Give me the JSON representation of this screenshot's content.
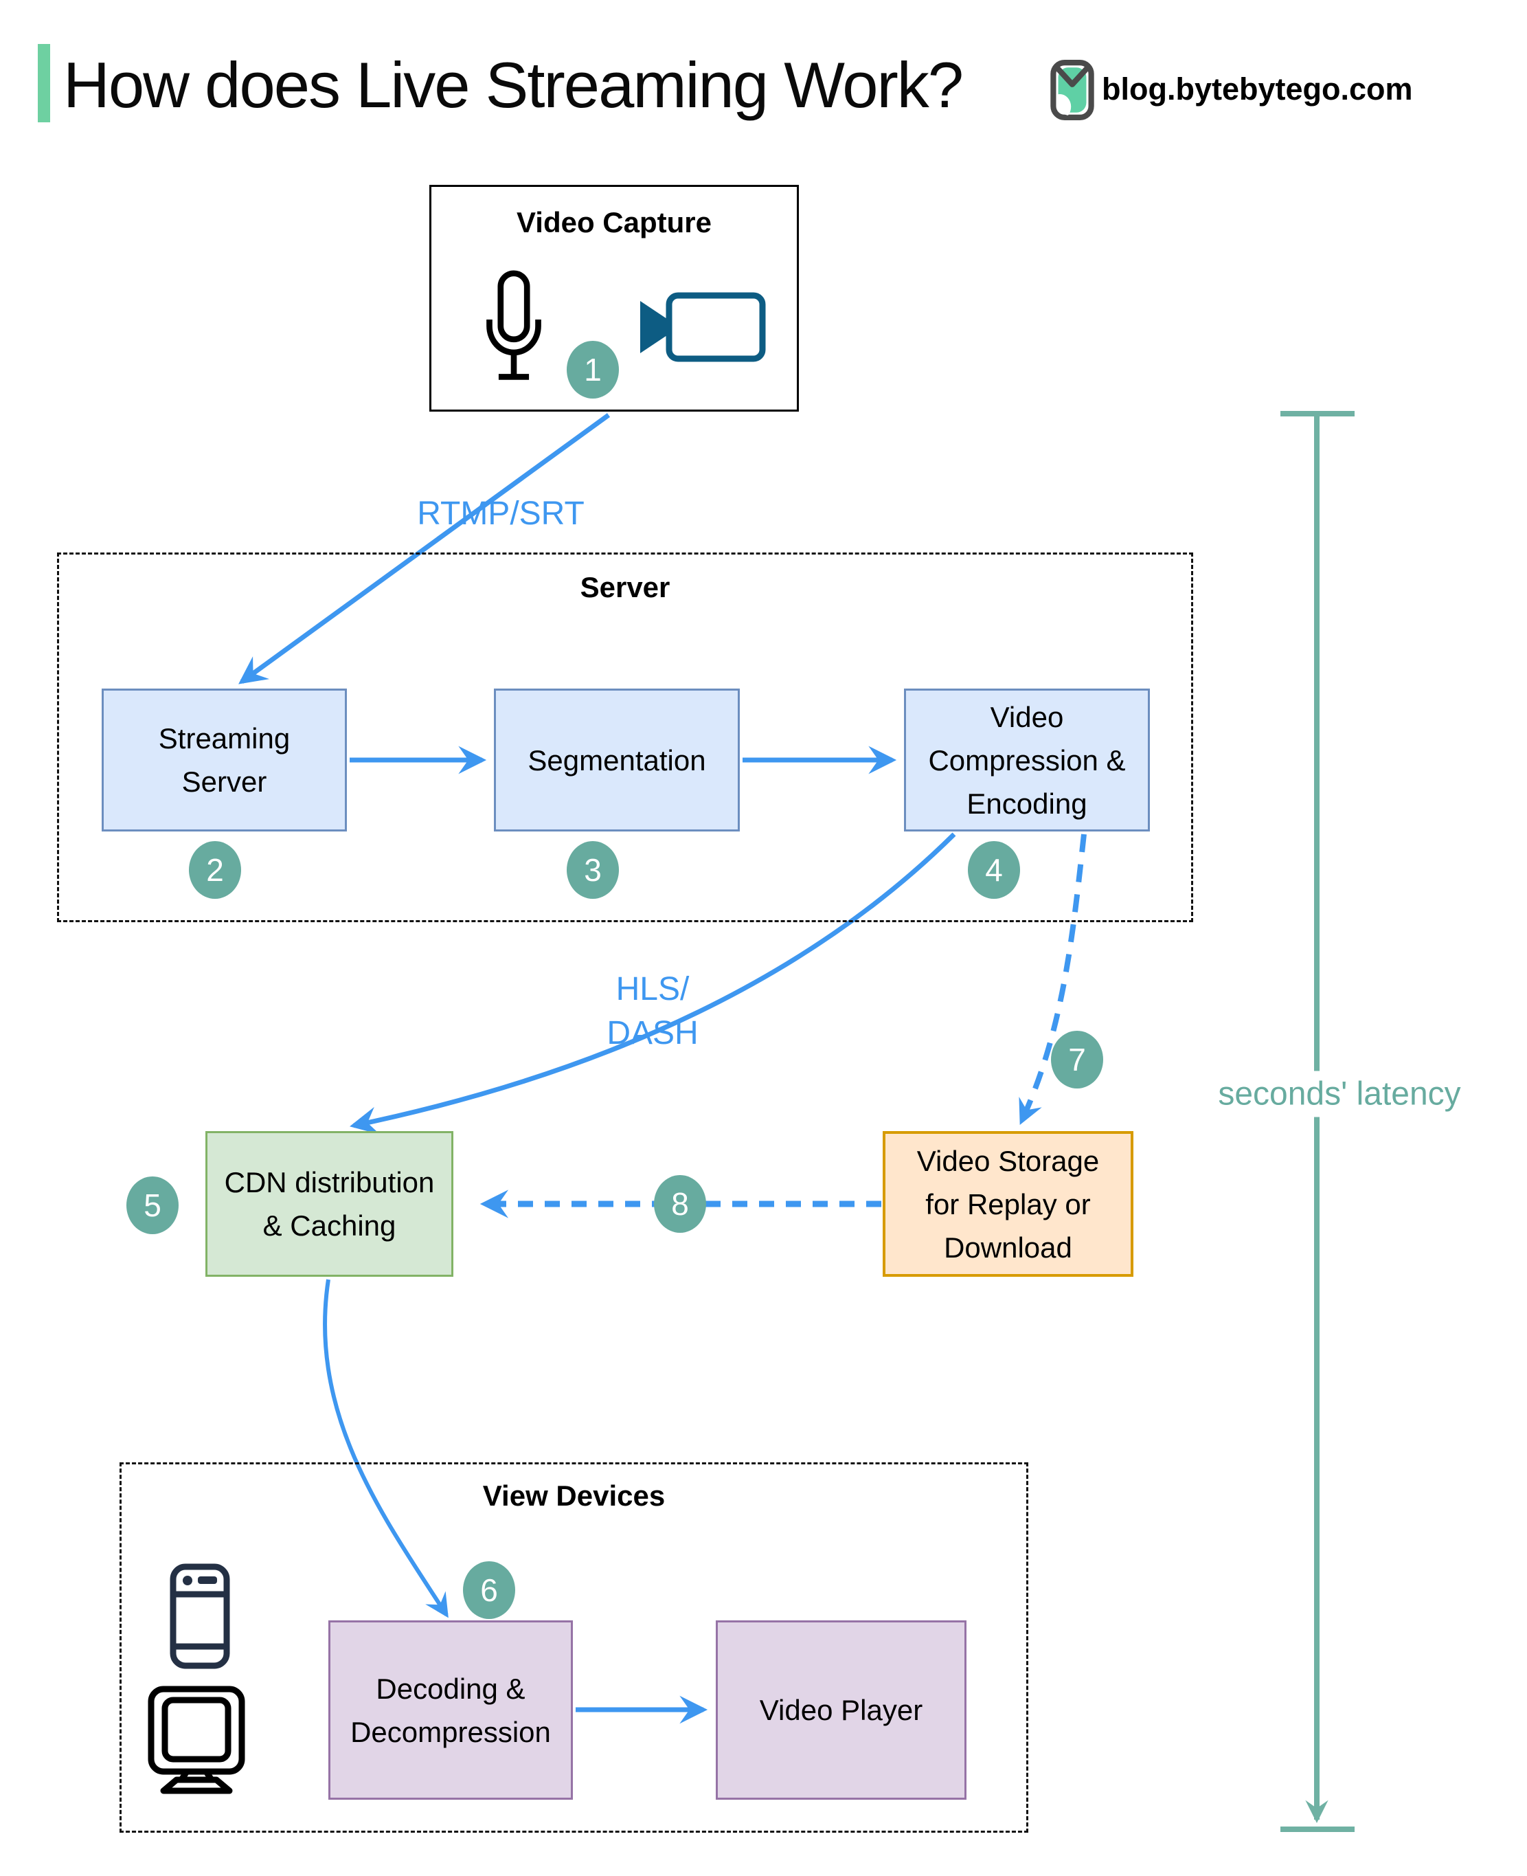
{
  "title": "How does Live Streaming Work?",
  "site": "blog.bytebytego.com",
  "groups": {
    "server": {
      "label": "Server"
    },
    "view_devices": {
      "label": "View Devices"
    }
  },
  "nodes": {
    "video_capture": {
      "label": "Video Capture"
    },
    "streaming_server": {
      "line1": "Streaming",
      "line2": "Server"
    },
    "segmentation": {
      "label": "Segmentation"
    },
    "video_compression": {
      "line1": "Video",
      "line2": "Compression &",
      "line3": "Encoding"
    },
    "cdn": {
      "line1": "CDN distribution",
      "line2": "& Caching"
    },
    "video_storage": {
      "line1": "Video Storage",
      "line2": "for Replay or",
      "line3": "Download"
    },
    "decoding": {
      "line1": "Decoding &",
      "line2": "Decompression"
    },
    "video_player": {
      "label": "Video Player"
    }
  },
  "edges": {
    "rtmp": {
      "label": "RTMP/SRT"
    },
    "hls": {
      "line1": "HLS/",
      "line2": "DASH"
    },
    "latency": {
      "label": "seconds' latency"
    }
  },
  "steps": {
    "s1": "1",
    "s2": "2",
    "s3": "3",
    "s4": "4",
    "s5": "5",
    "s6": "6",
    "s7": "7",
    "s8": "8"
  },
  "icons": [
    "microphone-icon",
    "video-camera-icon",
    "smartphone-icon",
    "monitor-icon",
    "bytebytego-logo-icon"
  ],
  "colors": {
    "arrow_blue": "#3e97f0",
    "step_teal": "#67ab9f",
    "latency_teal": "#6fb1a3",
    "blue_node_fill": "#dae8fc",
    "blue_node_stroke": "#6c8ebf",
    "green_node_fill": "#d5e8d4",
    "green_node_stroke": "#82b366",
    "orange_node_fill": "#ffe6cc",
    "orange_node_stroke": "#d79b00",
    "purple_node_fill": "#e1d5e7",
    "purple_node_stroke": "#9673a6",
    "brand_green": "#6ed0a1",
    "camera_blue": "#0d5c83"
  }
}
